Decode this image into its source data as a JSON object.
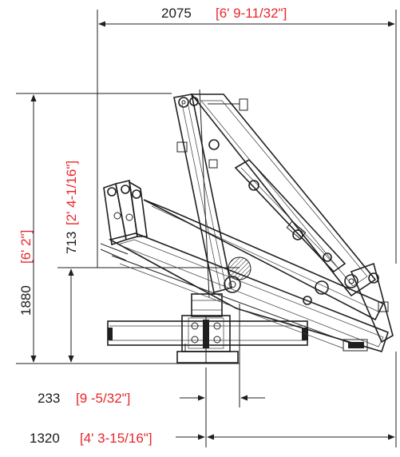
{
  "dimensions": {
    "top_width": {
      "value": "2075",
      "imperial": "[6' 9-11/32\"]"
    },
    "left_height": {
      "value": "1880",
      "imperial": "[6' 2\"]"
    },
    "inner_height": {
      "value": "713",
      "imperial": "[2' 4-1/16\"]"
    },
    "bottom_offset": {
      "value": "233",
      "imperial": "[9 -5/32\"]"
    },
    "bottom_width": {
      "value": "1320",
      "imperial": "[4' 3-15/16\"]"
    }
  },
  "colors": {
    "line": "#1f1f1f",
    "imperial_text": "#e8262a",
    "metric_text": "#1a1a1a"
  }
}
